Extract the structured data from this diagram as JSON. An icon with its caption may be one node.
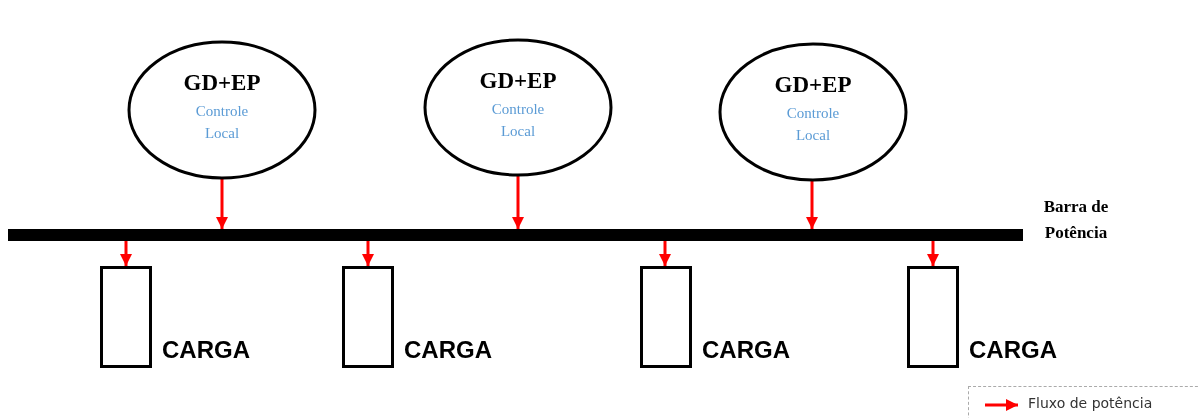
{
  "diagram": {
    "nodes": [
      {
        "text": [
          "GD+EP",
          "Controle Local"
        ]
      },
      {
        "text": [
          "GD+EP",
          "Controle Local"
        ]
      },
      {
        "text": [
          "GD+EP",
          "Controle Local"
        ]
      },
      {
        "text": [],
        "shape": "bar"
      },
      {
        "text": [
          "CARGA"
        ]
      },
      {
        "text": [
          "CARGA"
        ]
      },
      {
        "text": [
          "CARGA"
        ]
      },
      {
        "text": [
          "CARGA"
        ]
      }
    ],
    "edges": [
      {
        "from": 0,
        "to": 3,
        "arrow": "to"
      },
      {
        "from": 1,
        "to": 3,
        "arrow": "to"
      },
      {
        "from": 2,
        "to": 3,
        "arrow": "to"
      },
      {
        "from": 3,
        "to": 4,
        "arrow": "to"
      },
      {
        "from": 3,
        "to": 5,
        "arrow": "to"
      },
      {
        "from": 3,
        "to": 6,
        "arrow": "to"
      },
      {
        "from": 3,
        "to": 7,
        "arrow": "to"
      }
    ],
    "labels": [
      "Barra de Potência"
    ],
    "legend": [
      {
        "text": "Fluxo de potência"
      }
    ]
  }
}
